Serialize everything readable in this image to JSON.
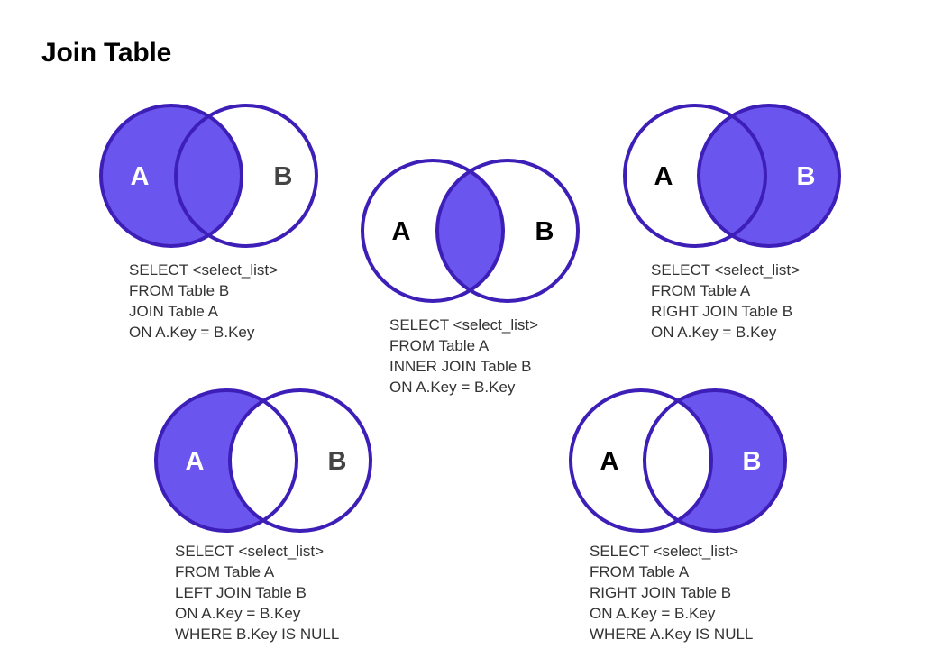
{
  "title": "Join Table",
  "colors": {
    "stroke": "#3d1fb8",
    "fill": "#6a55ee",
    "label_dark": "#000000",
    "label_muted": "#444444",
    "label_light": "#ffffff",
    "text": "#333333"
  },
  "diagrams": [
    {
      "join": "left",
      "shaded": "left",
      "labels": {
        "a": "A",
        "b": "B"
      },
      "sql": [
        "SELECT <select_list>",
        "FROM Table B",
        "JOIN Table A",
        "ON A.Key = B.Key"
      ]
    },
    {
      "join": "inner",
      "shaded": "intersection",
      "labels": {
        "a": "A",
        "b": "B"
      },
      "sql": [
        "SELECT <select_list>",
        "FROM Table A",
        "INNER JOIN Table B",
        "ON A.Key = B.Key"
      ]
    },
    {
      "join": "right",
      "shaded": "right",
      "labels": {
        "a": "A",
        "b": "B"
      },
      "sql": [
        "SELECT <select_list>",
        "FROM Table A",
        "RIGHT JOIN Table B",
        "ON A.Key = B.Key"
      ]
    },
    {
      "join": "left-exclusive",
      "shaded": "left-only",
      "labels": {
        "a": "A",
        "b": "B"
      },
      "sql": [
        "SELECT <select_list>",
        "FROM Table A",
        "LEFT JOIN Table B",
        "ON A.Key = B.Key",
        "WHERE B.Key IS NULL"
      ]
    },
    {
      "join": "right-exclusive",
      "shaded": "right-only",
      "labels": {
        "a": "A",
        "b": "B"
      },
      "sql": [
        "SELECT <select_list>",
        "FROM Table A",
        "RIGHT JOIN Table B",
        "ON A.Key = B.Key",
        "WHERE A.Key IS NULL"
      ]
    }
  ]
}
